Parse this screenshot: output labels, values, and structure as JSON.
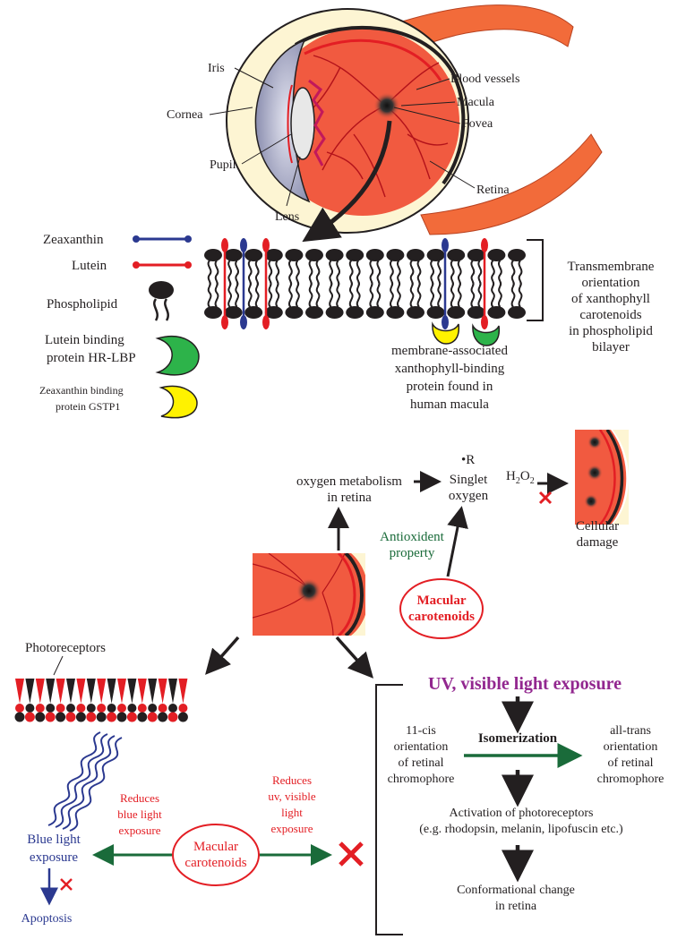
{
  "eye": {
    "iris": "Iris",
    "cornea": "Cornea",
    "pupil": "Pupil",
    "lens": "Lens",
    "blood_vessels": "Blood vessels",
    "macula": "Macula",
    "fovea": "Fovea",
    "retina": "Retina"
  },
  "legend": {
    "zeaxanthin": "Zeaxanthin",
    "lutein": "Lutein",
    "phospholipid": "Phospholipid",
    "lutein_bp_1": "Lutein binding",
    "lutein_bp_2": "protein HR-LBP",
    "zeax_bp_1": "Zeaxanthin binding",
    "zeax_bp_2": "protein GSTP1"
  },
  "membrane": {
    "bracket_label": [
      "Transmembrane",
      "orientation",
      "of xanthophyll",
      "carotenoids",
      "in phospholipid",
      "bilayer"
    ],
    "protein_label": [
      "membrane-associated",
      "xanthophyll-binding",
      "protein found in",
      "human macula"
    ]
  },
  "antioxidant": {
    "oxygen_metabolism_1": "oxygen metabolism",
    "oxygen_metabolism_2": "in retina",
    "radical": "•R",
    "singlet_1": "Singlet",
    "singlet_2": "oxygen",
    "h2o2_main": "H",
    "h2o2_sub1": "2",
    "h2o2_mid": "O",
    "h2o2_sub2": "2",
    "cellular_1": "Cellular",
    "cellular_2": "damage",
    "property_1": "Antioxident",
    "property_2": "property",
    "macular_1": "Macular",
    "macular_2": "carotenoids"
  },
  "light": {
    "photoreceptors": "Photoreceptors",
    "uv_title": "UV, visible light exposure",
    "cis_1": "11-cis",
    "cis_2": "orientation",
    "cis_3": "of retinal",
    "cis_4": "chromophore",
    "isomerization": "Isomerization",
    "trans_1": "all-trans",
    "trans_2": "orientation",
    "trans_3": "of retinal",
    "trans_4": "chromophore",
    "activation_1": "Activation of photoreceptors",
    "activation_2": "(e.g. rhodopsin, melanin, lipofuscin etc.)",
    "conform_1": "Conformational change",
    "conform_2": "in retina",
    "reduces_blue_1": "Reduces",
    "reduces_blue_2": "blue light",
    "reduces_blue_3": "exposure",
    "reduces_uv_1": "Reduces",
    "reduces_uv_2": "uv, visible",
    "reduces_uv_3": "light",
    "reduces_uv_4": "exposure",
    "macular_1": "Macular",
    "macular_2": "carotenoids",
    "blue_1": "Blue light",
    "blue_2": "exposure",
    "apoptosis": "Apoptosis"
  },
  "colors": {
    "red": "#e31e24",
    "green": "#1a6b3a",
    "navy": "#2b3990",
    "purple": "#92278f",
    "retina": "#f15a40",
    "cream": "#fdf5d3"
  }
}
